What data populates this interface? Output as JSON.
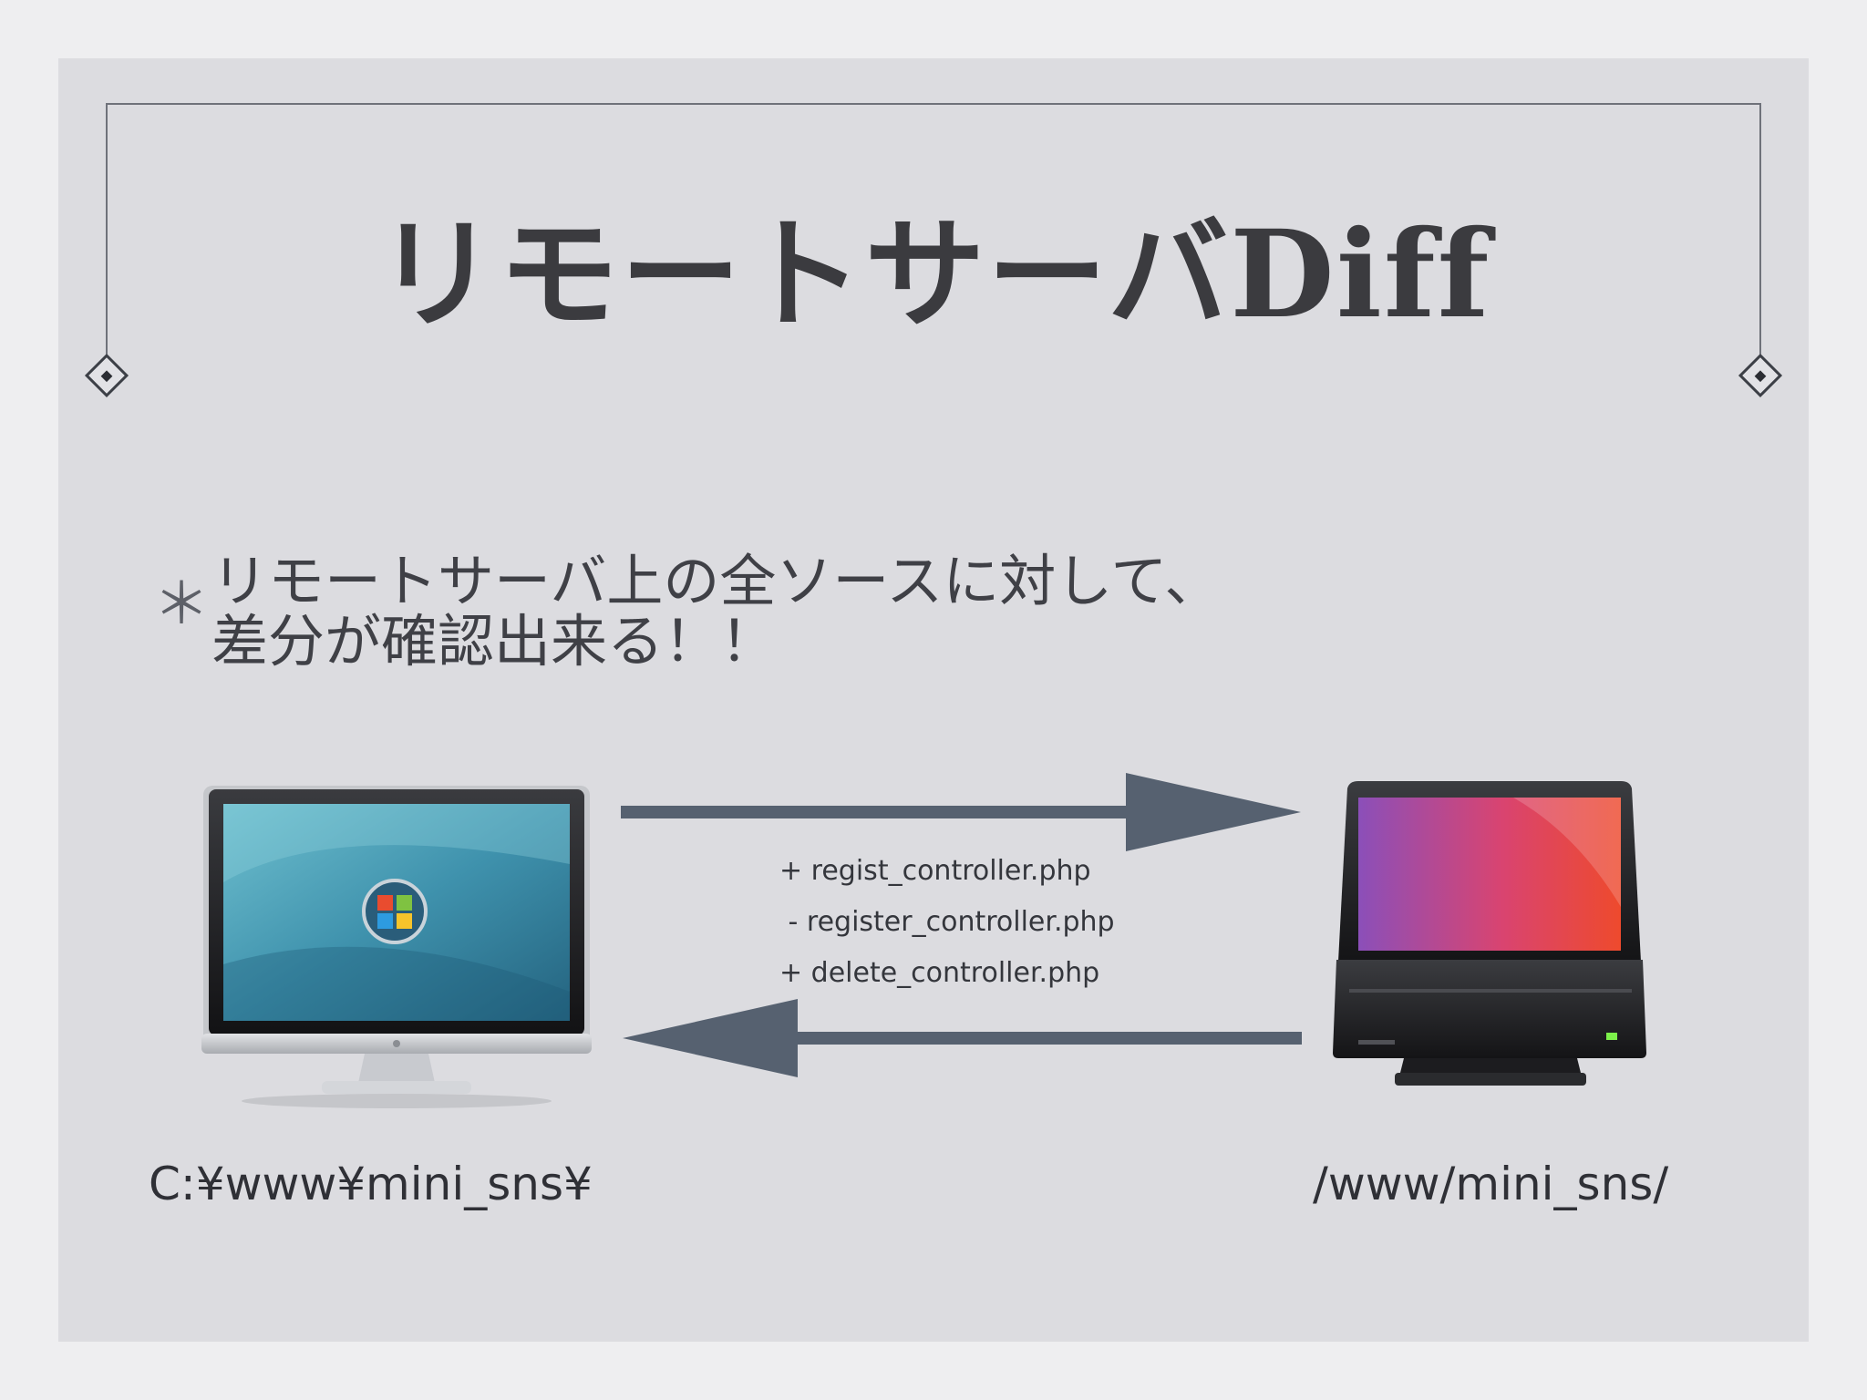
{
  "slide": {
    "title": "リモートサーバDiff",
    "bullet_mark": "＊",
    "bullet_text": "リモートサーバ上の全ソースに対して、\n差分が確認出来る！！"
  },
  "diff": {
    "lines": [
      "+ regist_controller.php",
      " - register_controller.php",
      "+ delete_controller.php"
    ]
  },
  "local": {
    "path": "C:¥www¥mini_sns¥",
    "icon": "windows-monitor-icon"
  },
  "remote": {
    "path": "/www/mini_sns/",
    "icon": "server-monitor-icon"
  },
  "colors": {
    "arrow": "#566170",
    "background": "#dcdce0",
    "title": "#3b3b3f"
  }
}
